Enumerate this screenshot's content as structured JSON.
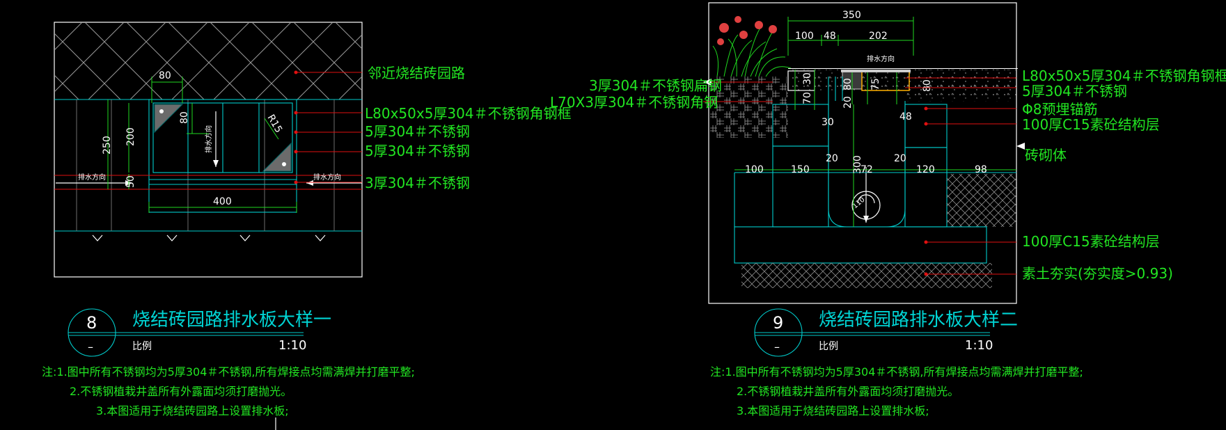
{
  "detail8": {
    "labels": {
      "paving": "邻近烧结砖园路",
      "frame": "L80x50x5厚304＃不锈钢角钢框",
      "plate_a": "5厚304＃不锈钢",
      "plate_b": "5厚304＃不锈钢",
      "plate_c": "3厚304＃不锈钢"
    },
    "dims": {
      "d80a": "80",
      "d80b": "80",
      "d200": "200",
      "d250": "250",
      "d50": "50",
      "d400": "400",
      "r15": "R15"
    },
    "flow_text_left": "排水方向",
    "flow_text_right": "排水方向",
    "flow_text_center": "排水方向",
    "bubble_number": "8",
    "bubble_sub": "–",
    "title": "烧结砖园路排水板大样一",
    "scale_label": "比例",
    "scale": "1:10",
    "notes": [
      "注:1.图中所有不锈钢均为5厚304＃不锈钢,所有焊接点均需满焊并打磨平整;",
      "2.不锈钢植栽井盖所有外露面均须打磨抛光。",
      "3.本图适用于烧结砖园路上设置排水板;"
    ]
  },
  "detail9": {
    "labels_left": {
      "plate": "3厚304＃不锈钢扁钢",
      "angle": "L70X3厚304＃不锈钢角钢"
    },
    "labels_right": {
      "frame": "L80x50x5厚304＃不锈钢角钢框",
      "plate": "5厚304＃不锈钢",
      "anchor": "Φ8预埋锚筋",
      "concrete_top": "100厚C15素砼结构层",
      "brick": "砖砌体",
      "concrete_base": "100厚C15素砼结构层",
      "soil": "素土夯实(夯实度>0.93)"
    },
    "dims": {
      "d350": "350",
      "d100a": "100",
      "d48a": "48",
      "d202": "202",
      "d30a": "30",
      "d70": "70",
      "d80a": "80",
      "d75": "75",
      "d80b": "80",
      "d20a": "20",
      "d30b": "30",
      "d48b": "48",
      "d20b": "20",
      "d300": "300",
      "d72": "72",
      "d20c": "20",
      "d100b": "100",
      "d150": "150",
      "d120": "120",
      "d98": "98",
      "d110": "110"
    },
    "flow_text": "排水方向",
    "bubble_number": "9",
    "bubble_sub": "–",
    "title": "烧结砖园路排水板大样二",
    "scale_label": "比例",
    "scale": "1:10",
    "notes": [
      "注:1.图中所有不锈钢均为5厚304＃不锈钢,所有焊接点均需满焊并打磨平整;",
      "2.不锈钢植栽井盖所有外露面均须打磨抛光。",
      "3.本图适用于烧结砖园路上设置排水板;"
    ]
  },
  "colors": {
    "background": "#000000",
    "text_green": "#22e622",
    "line_cyan": "#00d4d4",
    "leader_red": "#e01010",
    "outline_white": "#ffffff"
  }
}
